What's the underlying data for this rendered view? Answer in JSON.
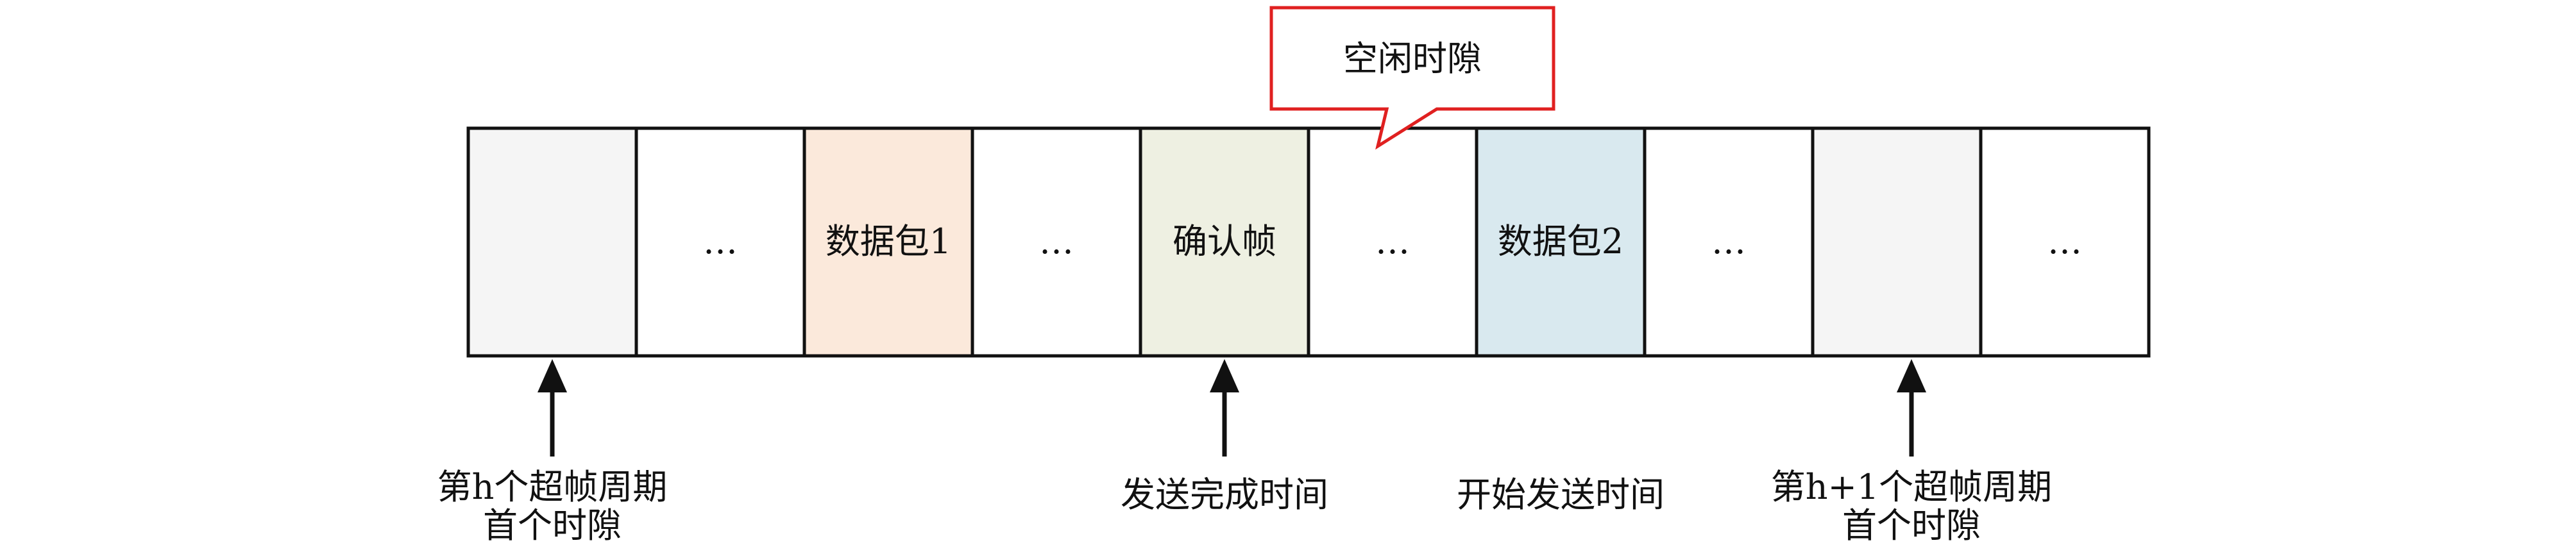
{
  "slots": [
    {
      "label": "",
      "fill": "#f5f5f5"
    },
    {
      "label": "…",
      "fill": "#ffffff"
    },
    {
      "label": "数据包1",
      "fill": "#fbe9db"
    },
    {
      "label": "…",
      "fill": "#ffffff"
    },
    {
      "label": "确认帧",
      "fill": "#eef0e2"
    },
    {
      "label": "…",
      "fill": "#ffffff"
    },
    {
      "label": "数据包2",
      "fill": "#d9e9ef"
    },
    {
      "label": "…",
      "fill": "#ffffff"
    },
    {
      "label": "",
      "fill": "#f5f5f5"
    },
    {
      "label": "…",
      "fill": "#ffffff"
    }
  ],
  "callout": {
    "text": "空闲时隙",
    "border_color": "#e02020"
  },
  "markers": [
    {
      "line1": "第h个超帧周期",
      "line2": "首个时隙"
    },
    {
      "line1": "发送完成时间",
      "line2": ""
    },
    {
      "line1": "开始发送时间",
      "line2": ""
    },
    {
      "line1": "第h+1个超帧周期",
      "line2": "首个时隙"
    }
  ]
}
